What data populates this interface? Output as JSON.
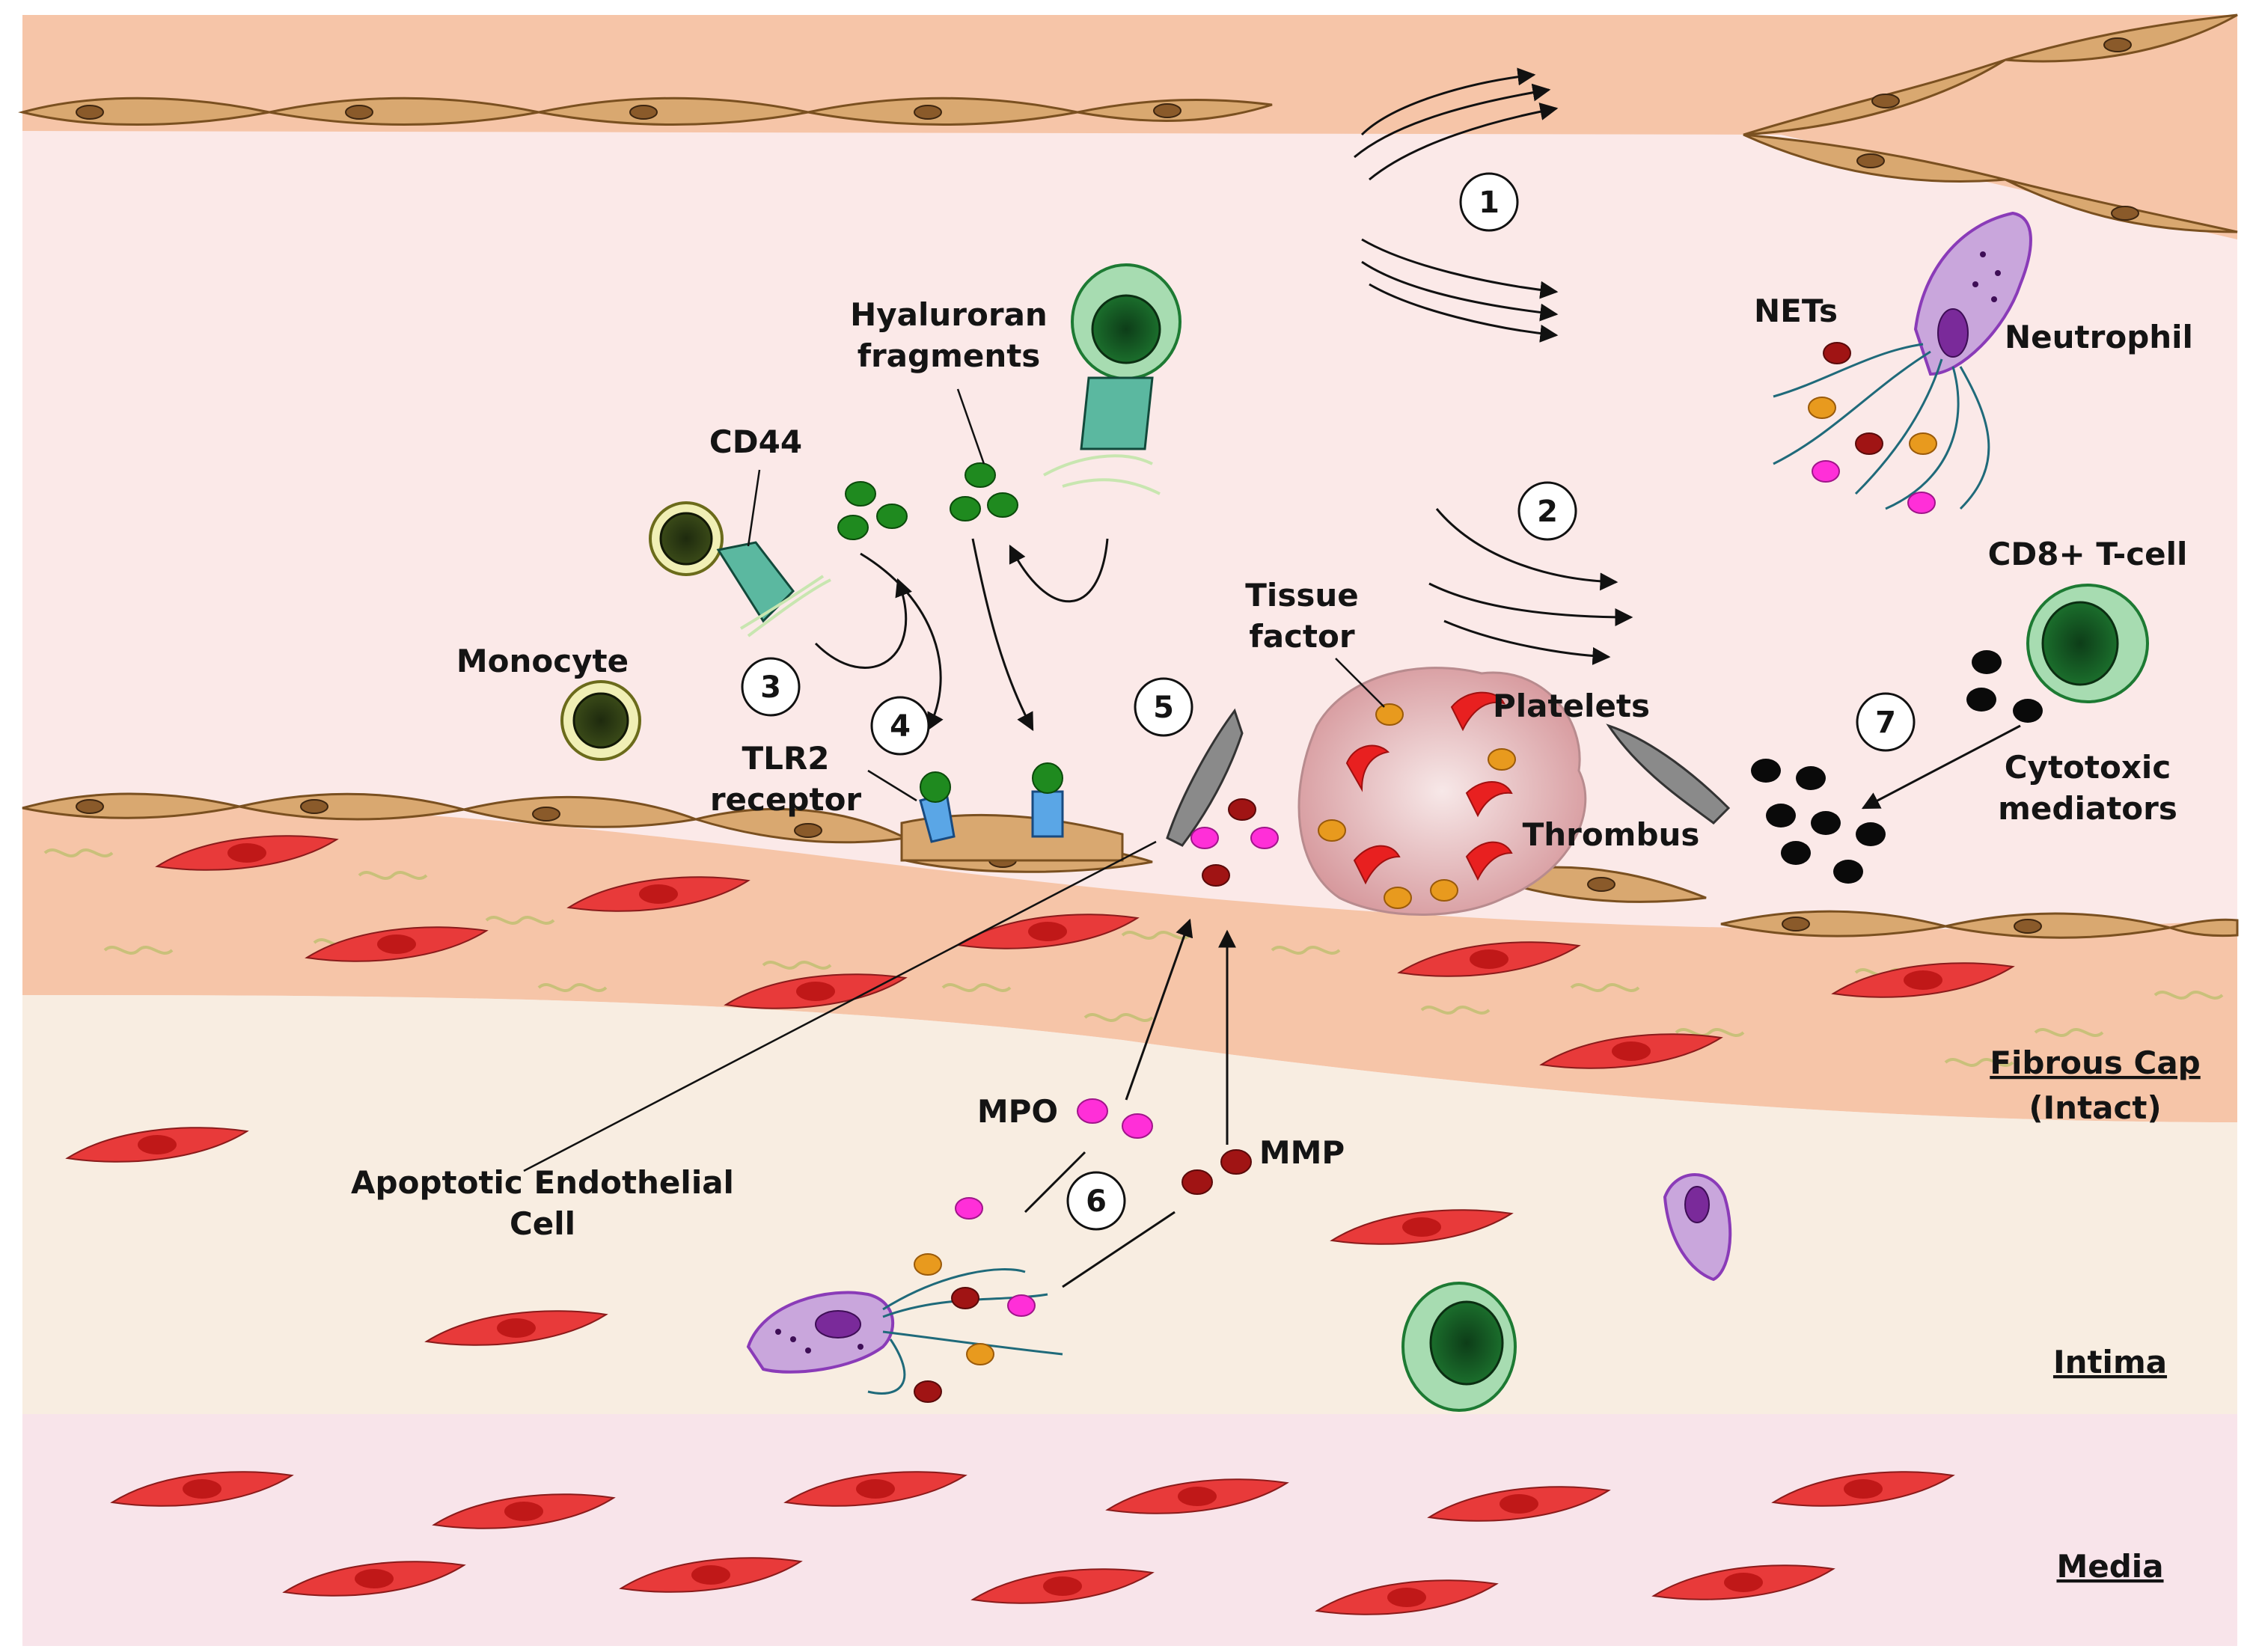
{
  "step_numbers": [
    "1",
    "2",
    "3",
    "4",
    "5",
    "6",
    "7"
  ],
  "labels": {
    "hyaluronan": [
      "Hyaluroran",
      "fragments"
    ],
    "cd44": "CD44",
    "monocyte": "Monocyte",
    "tlr2": [
      "TLR2",
      "receptor"
    ],
    "tissue_factor": [
      "Tissue",
      "factor"
    ],
    "platelets": "Platelets",
    "thrombus": "Thrombus",
    "nets": "NETs",
    "neutrophil": "Neutrophil",
    "cd8": "CD8+ T-cell",
    "cytotoxic": [
      "Cytotoxic",
      "mediators"
    ],
    "mpo": "MPO",
    "mmp": "MMP",
    "apoptotic": [
      "Apoptotic Endothelial",
      "Cell"
    ]
  },
  "layers": {
    "fibrous_cap": [
      "Fibrous Cap",
      "(Intact)"
    ],
    "intima": "Intima",
    "media": "Media"
  },
  "colors": {
    "lumen": "#fbe9e8",
    "endothelium": "#d9a870",
    "fibrous_cap": "#f6c5a8",
    "intima": "#f8ede1",
    "media": "#f8e4ea",
    "smooth_muscle": "#e83a3a",
    "neutrophil": "#c9a6dc",
    "t_cell": "#1d7a33",
    "monocyte": "#6b6b1b",
    "hyaluronan": "#1f8a1f",
    "receptor": "#5aa6e6",
    "mpo": "#ff2fd8",
    "mmp": "#a01414",
    "tissue_factor": "#e89a1e",
    "thrombus": "#d9a0a3",
    "cytotoxic": "#0a0a0a"
  }
}
